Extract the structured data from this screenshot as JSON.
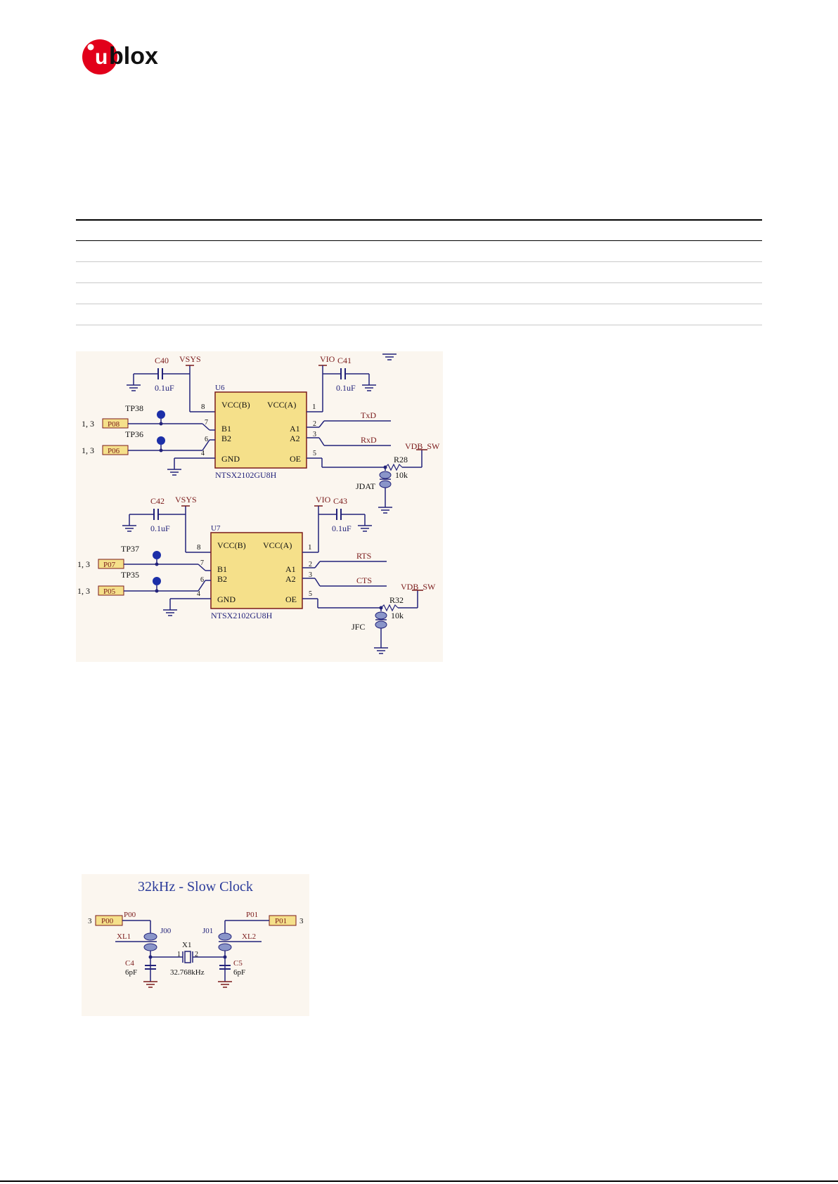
{
  "logo": {
    "text": "ublox",
    "mark": "u",
    "brand_color": "#e2001a"
  },
  "schematic_top": {
    "u6": {
      "ref": "U6",
      "part": "NTSX2102GU8H",
      "pins_left": [
        "VCC(B)",
        "B1",
        "B2",
        "GND"
      ],
      "pins_right": [
        "VCC(A)",
        "A1",
        "A2",
        "OE"
      ],
      "pin_numbers": {
        "vccb": "8",
        "b1": "7",
        "b2": "6",
        "gnd": "4",
        "vcca": "1",
        "a1": "2",
        "a2": "3",
        "oe": "5"
      },
      "cap_left": {
        "ref": "C40",
        "value": "0.1uF",
        "rail": "VSYS"
      },
      "cap_right": {
        "ref": "C41",
        "value": "0.1uF",
        "rail": "VIO"
      },
      "net_a1": "TxD",
      "net_a2": "RxD",
      "tp_b1": "TP38",
      "tp_b2": "TP36",
      "port_b1": "P08",
      "port_b2": "P06",
      "port_prefix": "1, 3",
      "resistor": {
        "ref": "R28",
        "value": "10k"
      },
      "rail_oe": "VDB_SW",
      "jumper": "JDAT"
    },
    "u7": {
      "ref": "U7",
      "part": "NTSX2102GU8H",
      "pins_left": [
        "VCC(B)",
        "B1",
        "B2",
        "GND"
      ],
      "pins_right": [
        "VCC(A)",
        "A1",
        "A2",
        "OE"
      ],
      "pin_numbers": {
        "vccb": "8",
        "b1": "7",
        "b2": "6",
        "gnd": "4",
        "vcca": "1",
        "a1": "2",
        "a2": "3",
        "oe": "5"
      },
      "cap_left": {
        "ref": "C42",
        "value": "0.1uF",
        "rail": "VSYS"
      },
      "cap_right": {
        "ref": "C43",
        "value": "0.1uF",
        "rail": "VIO"
      },
      "net_a1": "RTS",
      "net_a2": "CTS",
      "tp_b1": "TP37",
      "tp_b2": "TP35",
      "port_b1": "P07",
      "port_b2": "P05",
      "port_prefix": "1, 3",
      "resistor": {
        "ref": "R32",
        "value": "10k"
      },
      "rail_oe": "VDB_SW",
      "jumper": "JFC"
    }
  },
  "schematic_clock": {
    "title": "32kHz - Slow Clock",
    "port_left": "P00",
    "port_right": "P01",
    "port_num": "3",
    "net_left": "P00",
    "net_right": "P01",
    "jumper_left": "J00",
    "jumper_right": "J01",
    "xl_left": "XL1",
    "xl_right": "XL2",
    "crystal": {
      "ref": "X1",
      "value": "32.768kHz",
      "pin1": "1",
      "pin2": "2"
    },
    "cap_left": {
      "ref": "C4",
      "value": "6pF"
    },
    "cap_right": {
      "ref": "C5",
      "value": "6pF"
    }
  }
}
